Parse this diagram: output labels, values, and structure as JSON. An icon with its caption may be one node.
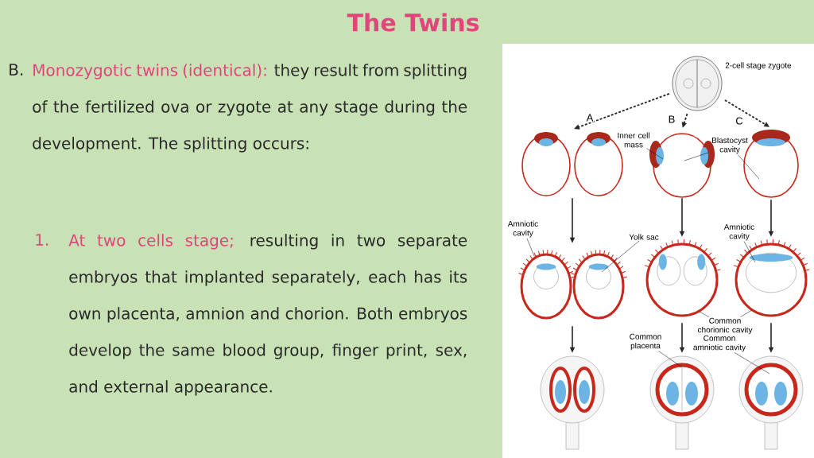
{
  "diagram": {
    "title": "The Twins",
    "nodes": [
      {
        "text": [],
        "shape": "picture",
        "beside": [
          "2-cell stage zygote"
        ]
      },
      {
        "text": [],
        "shape": "picture"
      },
      {
        "text": [],
        "shape": "picture"
      },
      {
        "text": [],
        "shape": "picture"
      },
      {
        "text": [],
        "shape": "picture"
      },
      {
        "text": [],
        "shape": "picture"
      },
      {
        "text": [],
        "shape": "picture"
      },
      {
        "text": [],
        "shape": "picture"
      },
      {
        "text": [],
        "shape": "picture"
      },
      {
        "text": [],
        "shape": "picture"
      },
      {
        "text": [
          "Inner cell mass"
        ]
      },
      {
        "text": [
          "Blastocyst cavity"
        ]
      },
      {
        "text": [
          "Amniotic cavity"
        ]
      },
      {
        "text": [
          "Yolk sac"
        ]
      },
      {
        "text": [
          "Amniotic cavity"
        ]
      },
      {
        "text": [
          "Common chorionic cavity"
        ]
      },
      {
        "text": [
          "Common placenta"
        ]
      },
      {
        "text": [
          "Common amniotic cavity"
        ]
      }
    ],
    "edges": [
      {
        "from": 0,
        "to": 1,
        "arrow": "to",
        "label": "A",
        "style": "dashed"
      },
      {
        "from": 0,
        "to": 2,
        "arrow": "to",
        "label": "B",
        "style": "dashed"
      },
      {
        "from": 0,
        "to": 3,
        "arrow": "to",
        "label": "C",
        "style": "dashed"
      },
      {
        "from": 1,
        "to": 4,
        "arrow": "to"
      },
      {
        "from": 2,
        "to": 5,
        "arrow": "to"
      },
      {
        "from": 3,
        "to": 6,
        "arrow": "to"
      },
      {
        "from": 4,
        "to": 7,
        "arrow": "to"
      },
      {
        "from": 5,
        "to": 8,
        "arrow": "to"
      },
      {
        "from": 6,
        "to": 9,
        "arrow": "to"
      },
      {
        "from": 10,
        "to": 2,
        "arrow": "none"
      },
      {
        "from": 11,
        "to": 2,
        "arrow": "none"
      },
      {
        "from": 11,
        "to": 3,
        "arrow": "none"
      },
      {
        "from": 12,
        "to": 4,
        "arrow": "none"
      },
      {
        "from": 13,
        "to": 4,
        "arrow": "none"
      },
      {
        "from": 14,
        "to": 6,
        "arrow": "none"
      },
      {
        "from": 15,
        "to": 5,
        "arrow": "none"
      },
      {
        "from": 15,
        "to": 6,
        "arrow": "none"
      },
      {
        "from": 16,
        "to": 8,
        "arrow": "none"
      },
      {
        "from": 17,
        "to": 9,
        "arrow": "none"
      }
    ],
    "labels": [
      "B.",
      "Monozygotic twins (identical):",
      "they result from splitting of the fertilized ova or zygote at any stage during the development. The splitting occurs:",
      "1.",
      "At two cells stage;",
      "resulting in two separate embryos that implanted separately, each has its own placenta, amnion and chorion. Both embryos develop the same blood group, finger print, sex, and external appearance."
    ]
  }
}
